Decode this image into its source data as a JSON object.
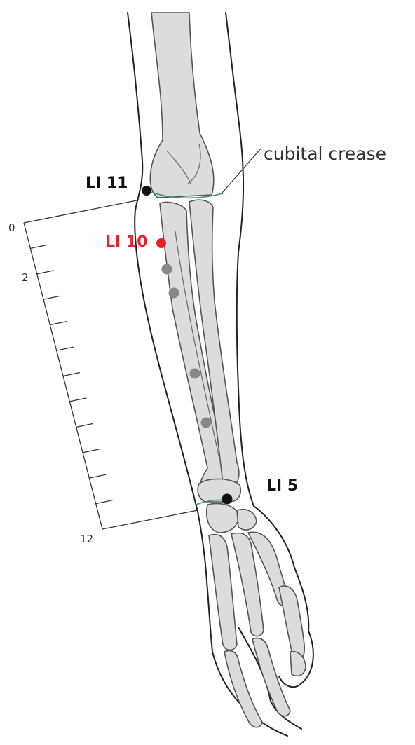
{
  "points": {
    "li11": {
      "label": "LI 11",
      "color": "#111111"
    },
    "li10": {
      "label": "LI 10",
      "color": "#e8212b"
    },
    "li5": {
      "label": "LI 5",
      "color": "#111111"
    }
  },
  "annotation": {
    "cubital_crease": "cubital crease"
  },
  "ruler": {
    "label_start": "0",
    "label_mid": "2",
    "label_end": "12",
    "divisions": 12
  },
  "colors": {
    "point_active": "#e8212b",
    "point_default": "#111111",
    "point_secondary": "#888888",
    "bone_fill": "#dcdcdc",
    "crease": "#3a9a5a"
  }
}
